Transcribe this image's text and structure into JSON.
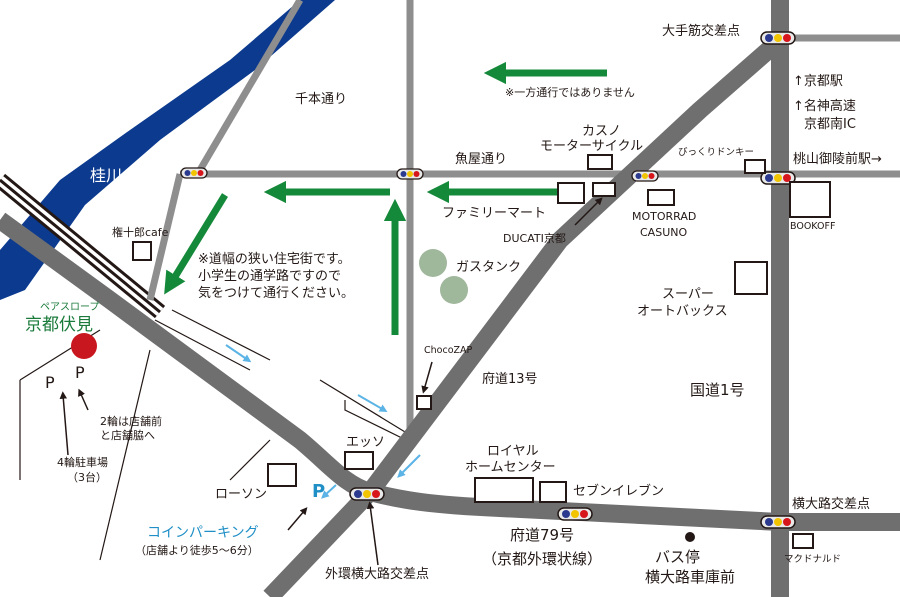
{
  "colors": {
    "river": "#0b3a8e",
    "road_major": "#6f6f70",
    "road_minor": "#8e8e8f",
    "arrow_green": "#15893a",
    "arrow_blue": "#5bb4e5",
    "shop_marker": "#c8171e",
    "text": "#231815"
  },
  "river": {
    "label": "桂川"
  },
  "shop": {
    "name": "京都伏見",
    "sub": "ペアスロープ"
  },
  "parking": {
    "p1": "P",
    "p2": "P",
    "note_2wheel": [
      "2輪は店舗前",
      "と店舗脇へ"
    ],
    "note_4wheel": [
      "4輪駐車場",
      "（3台）"
    ]
  },
  "roads": {
    "senbon": "千本通り",
    "uoya": "魚屋通り",
    "fudo13": "府道13号",
    "kokudo1": "国道1号",
    "fudo79": [
      "府道79号",
      "（京都外環状線）"
    ]
  },
  "intersections": {
    "otesuji": "大手筋交差点",
    "yokooji": "横大路交差点",
    "gaikan": "外環横大路交差点",
    "momoyama": "桃山御陵前駅→"
  },
  "directions": {
    "kyoto_station": "↑京都駅",
    "meishin": [
      "↑名神高速",
      "京都南IC"
    ]
  },
  "notes": {
    "oneway": "※一方通行ではありません",
    "narrow": [
      "※道幅の狭い住宅街です。",
      "小学生の通学路ですので",
      "気をつけて通行ください。"
    ]
  },
  "landmarks": {
    "gontojuro": "権十郎cafe",
    "kasuno": [
      "カスノ",
      "モーターサイクル"
    ],
    "familymart": "ファミリーマート",
    "ducati": "DUCATI京都",
    "motorrad": [
      "MOTORRAD",
      "CASUNO"
    ],
    "donki": "びっくりドンキー",
    "bookoff": "BOOKOFF",
    "gastank": "ガスタンク",
    "supermarket": [
      "スーパー",
      "オートバックス"
    ],
    "chocozap": "ChocoZAP",
    "esso": "エッソ",
    "lawson": "ローソン",
    "royal": [
      "ロイヤル",
      "ホームセンター"
    ],
    "seven": "セブンイレブン",
    "coin_parking": "コインパーキング",
    "coin_parking_note": "（店舗より徒歩5～6分）",
    "p_mark": "P",
    "bus_stop": [
      "バス停",
      "横大路車庫前"
    ],
    "mcdonalds": "マクドナルド"
  }
}
